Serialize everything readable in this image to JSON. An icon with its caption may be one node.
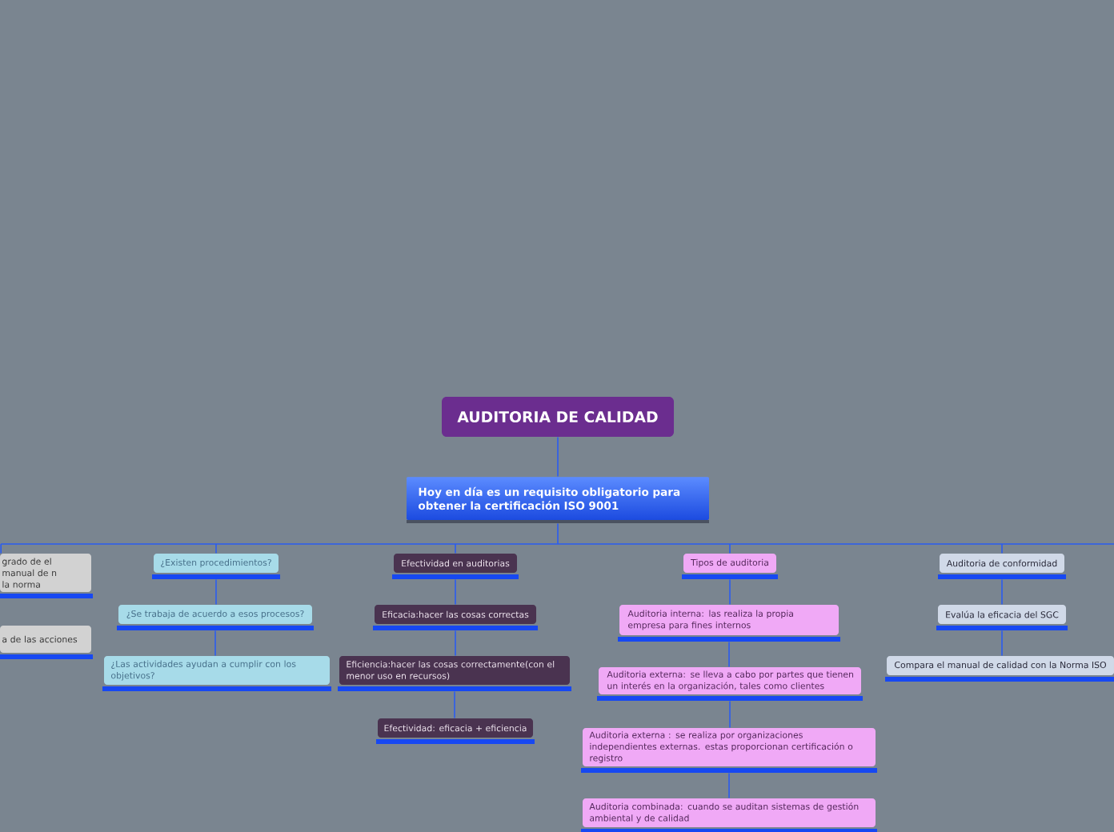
{
  "diagram": {
    "nodes": [
      {
        "text": [
          "AUDITORIA DE CALIDAD"
        ]
      },
      {
        "text": [
          "Hoy en día es un requisito obligatorio para obtener la certificación ISO 9001"
        ]
      },
      {
        "text": [
          "grado de el manual de n la norma"
        ]
      },
      {
        "text": [
          "a de las acciones"
        ]
      },
      {
        "text": [
          "¿Existen procedimientos?"
        ]
      },
      {
        "text": [
          "¿Se trabaja de acuerdo a esos procesos?"
        ]
      },
      {
        "text": [
          "¿Las actividades ayudan a cumplir con los objetivos?"
        ]
      },
      {
        "text": [
          "Efectividad en auditorias"
        ]
      },
      {
        "text": [
          "Eficacia:hacer las cosas correctas"
        ]
      },
      {
        "text": [
          "Eficiencia:hacer las cosas correctamente(con el menor uso en recursos)"
        ]
      },
      {
        "text": [
          "Efectividad: eficacia + eficiencia"
        ]
      },
      {
        "text": [
          "Tipos de auditoria"
        ]
      },
      {
        "text": [
          "Auditoria interna: las realiza la propia empresa para fines internos"
        ]
      },
      {
        "text": [
          "Auditoria externa: se lleva a cabo por partes que tienen un interés en la organización, tales como clientes"
        ]
      },
      {
        "text": [
          "Auditoria externa : se realiza por organizaciones independientes externas. estas proporcionan certificación o registro"
        ]
      },
      {
        "text": [
          "Auditoria combinada: cuando se auditan sistemas de gestión ambiental y de calidad"
        ]
      },
      {
        "text": [
          "Auditoria de conformidad"
        ]
      },
      {
        "text": [
          "Evalúa la eficacia del SGC"
        ]
      },
      {
        "text": [
          "Compara el manual de calidad con la Norma ISO"
        ]
      }
    ],
    "edges": [
      {
        "from": 0,
        "to": 1,
        "arrow": "none"
      },
      {
        "from": 1,
        "to": 2,
        "arrow": "none"
      },
      {
        "from": 1,
        "to": 4,
        "arrow": "none"
      },
      {
        "from": 1,
        "to": 7,
        "arrow": "none"
      },
      {
        "from": 1,
        "to": 11,
        "arrow": "none"
      },
      {
        "from": 1,
        "to": 16,
        "arrow": "none"
      },
      {
        "from": 4,
        "to": 5,
        "arrow": "none"
      },
      {
        "from": 5,
        "to": 6,
        "arrow": "none"
      },
      {
        "from": 7,
        "to": 8,
        "arrow": "none"
      },
      {
        "from": 8,
        "to": 9,
        "arrow": "none"
      },
      {
        "from": 9,
        "to": 10,
        "arrow": "none"
      },
      {
        "from": 11,
        "to": 12,
        "arrow": "none"
      },
      {
        "from": 12,
        "to": 13,
        "arrow": "none"
      },
      {
        "from": 13,
        "to": 14,
        "arrow": "none"
      },
      {
        "from": 14,
        "to": 15,
        "arrow": "none"
      },
      {
        "from": 16,
        "to": 17,
        "arrow": "none"
      },
      {
        "from": 17,
        "to": 18,
        "arrow": "none"
      }
    ]
  }
}
